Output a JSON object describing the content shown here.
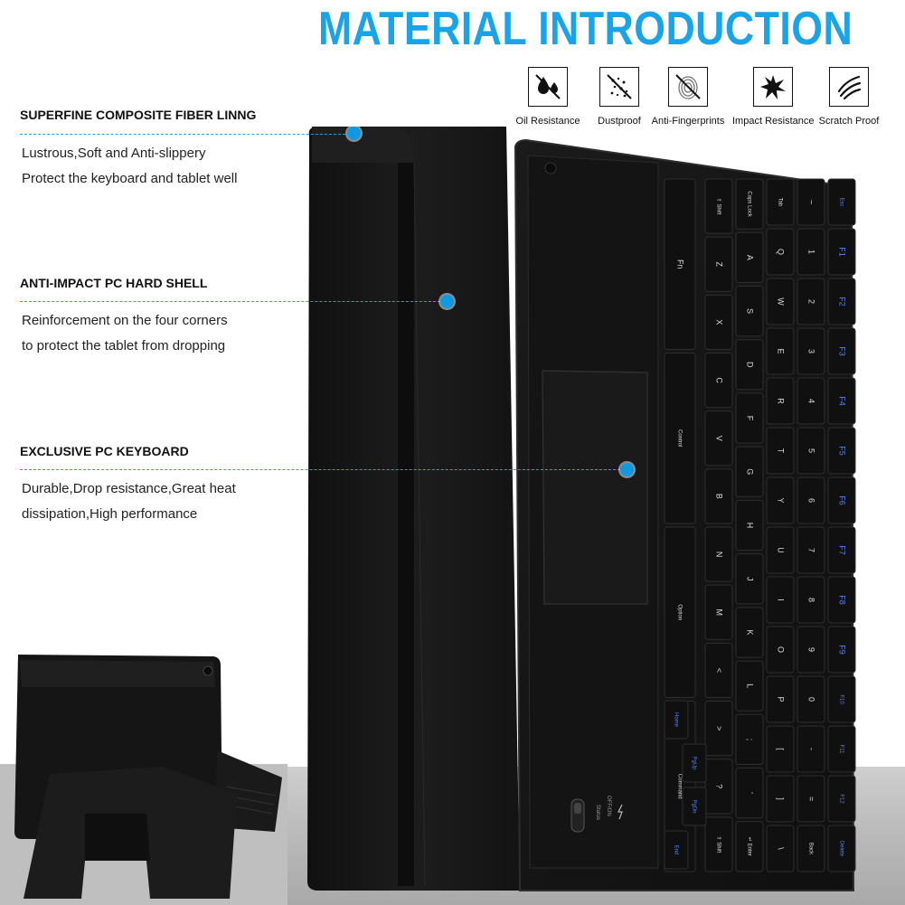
{
  "title": "MATERIAL INTRODUCTION",
  "features": [
    {
      "label": "Oil  Resistance",
      "icon": "oil-drop-icon"
    },
    {
      "label": "Dustproof",
      "icon": "dust-icon"
    },
    {
      "label": "Anti-Fingerprints",
      "icon": "fingerprint-icon"
    },
    {
      "label": "Impact Resistance",
      "icon": "impact-icon"
    },
    {
      "label": "Scratch Proof",
      "icon": "scratch-icon"
    }
  ],
  "sections": [
    {
      "heading": "SUPERFINE COMPOSITE FIBER LINNG",
      "lines": [
        "Lustrous,Soft and Anti-slippery",
        "Protect the keyboard and tablet well"
      ]
    },
    {
      "heading": "ANTI-IMPACT PC HARD SHELL",
      "lines": [
        "Reinforcement on the four corners",
        "to protect the tablet from dropping"
      ]
    },
    {
      "heading": "EXCLUSIVE PC KEYBOARD",
      "lines": [
        "Durable,Drop resistance,Great heat",
        "dissipation,High performance"
      ]
    }
  ],
  "colors": {
    "accent": "#1aa3e6",
    "dot": "#1199e0",
    "case": "#141414",
    "key_legend": "#dcdcdc",
    "key_fn": "#4f86ff"
  },
  "keyboard": {
    "rows": [
      [
        "Fn",
        "Control",
        "Option",
        "Command"
      ],
      [
        "⇧ Shift",
        "Z",
        "X",
        "C",
        "V",
        "B",
        "N",
        "M",
        "<",
        ">",
        "?",
        "⇧ Shift"
      ],
      [
        "Caps Lock",
        "A",
        "S",
        "D",
        "F",
        "G",
        "H",
        "J",
        "K",
        "L",
        ";",
        "'",
        "↵ Enter"
      ],
      [
        "Tab",
        "Q",
        "W",
        "E",
        "R",
        "T",
        "Y",
        "U",
        "I",
        "O",
        "P",
        "[",
        "]",
        "\\"
      ],
      [
        "~",
        "1",
        "2",
        "3",
        "4",
        "5",
        "6",
        "7",
        "8",
        "9",
        "0",
        "-",
        "=",
        "Back"
      ],
      [
        "Esc",
        "F1",
        "F2",
        "F3",
        "F4",
        "F5",
        "F6",
        "F7",
        "F8",
        "F9",
        "F10",
        "F11",
        "F12",
        "Delete"
      ]
    ],
    "nav_keys": [
      "Home",
      "PgUp",
      "PgDn",
      "End"
    ],
    "switch_labels": [
      "Status",
      "OFF/ON"
    ]
  }
}
